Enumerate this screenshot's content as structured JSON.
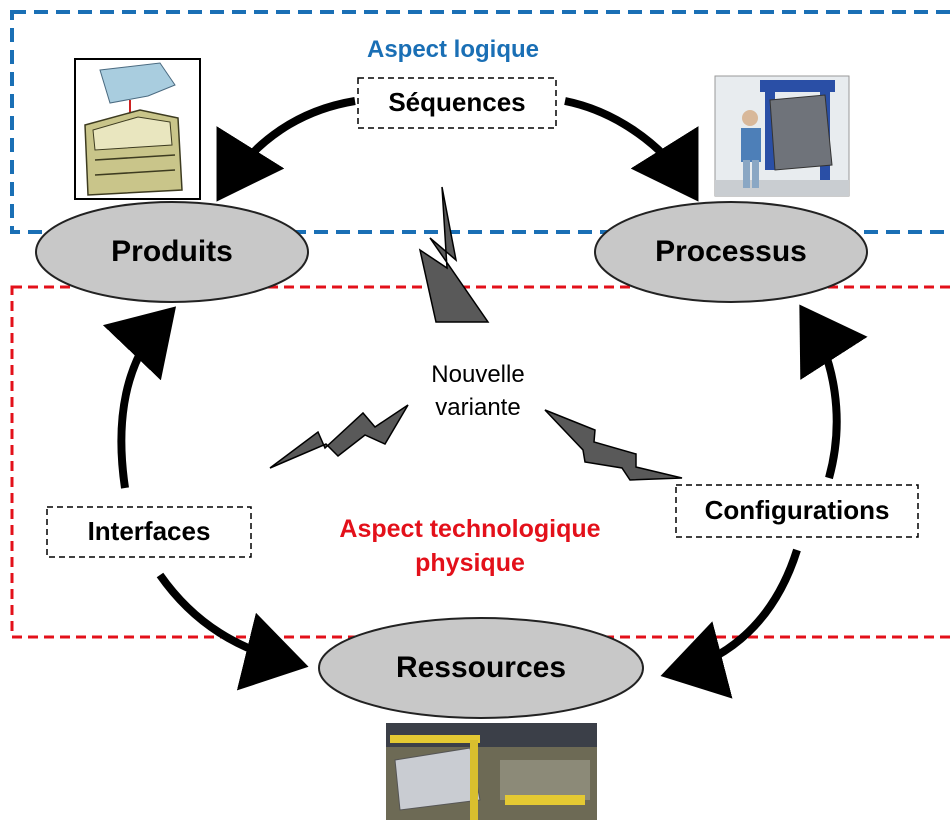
{
  "aspect_logique": {
    "label": "Aspect logique",
    "color": "#1a6fb5"
  },
  "aspect_technologique": {
    "line1": "Aspect technologique",
    "line2": "physique",
    "color": "#e3101a"
  },
  "nodes": {
    "produits": "Produits",
    "processus": "Processus",
    "ressources": "Ressources"
  },
  "relations": {
    "sequences": "Séquences",
    "interfaces": "Interfaces",
    "configurations": "Configurations"
  },
  "center": {
    "line1": "Nouvelle",
    "line2": "variante"
  },
  "colors": {
    "ellipse_fill": "#c8c8c8",
    "lightning_fill": "#595959",
    "arrow": "#000000"
  },
  "icons": [
    "car-door-cad-icon",
    "operator-assembly-photo-icon",
    "assembly-line-photo-icon",
    "lightning-icon"
  ]
}
